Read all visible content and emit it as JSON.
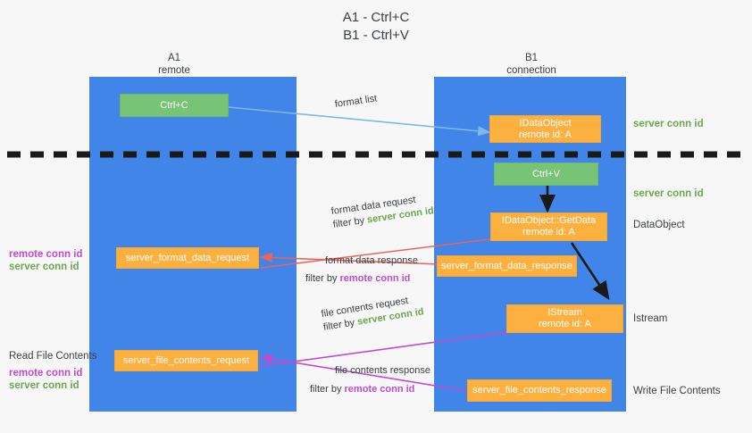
{
  "title": {
    "line1": "A1 - Ctrl+C",
    "line2": "B1 - Ctrl+V"
  },
  "columns": [
    {
      "name": "A1",
      "sub": "remote"
    },
    {
      "name": "B1",
      "sub": "connection"
    }
  ],
  "boxes": {
    "ctrl_c": "Ctrl+C",
    "ctrl_v": "Ctrl+V",
    "idataobject": {
      "line1": "IDataObject",
      "line2": "remote id: A"
    },
    "getdata": {
      "line1": "IDataObject::GetData",
      "line2": "remote id: A"
    },
    "istream": {
      "line1": "IStream",
      "line2": "remote id: A"
    },
    "server_format_data_request": "server_format_data_request",
    "server_format_data_response": "server_format_data_response",
    "server_file_contents_request": "server_file_contents_request",
    "server_file_contents_response": "server_file_contents_response"
  },
  "edge_labels": {
    "format_list": "format list",
    "format_data_request": "format data request",
    "format_data_response": "format data response",
    "file_contents_request": "file contents request",
    "file_contents_response": "file contents response",
    "filter_by": "filter by",
    "server_conn_id": "server conn id",
    "remote_conn_id": "remote conn id"
  },
  "right_labels": {
    "server_conn_id_top": "server conn id",
    "server_conn_id_mid": "server conn id",
    "dataobject": "DataObject",
    "istream": "Istream",
    "write_file_contents": "Write File Contents"
  },
  "left_labels": {
    "remote_conn_id_1": "remote conn id",
    "server_conn_id_1": "server conn id",
    "read_file_contents": "Read File Contents",
    "remote_conn_id_2": "remote conn id",
    "server_conn_id_2": "server conn id"
  },
  "colors": {
    "lane": "#4285e8",
    "orange": "#fbb040",
    "green_box": "#77c477",
    "green_text": "#6aa84f",
    "purple_text": "#c04ad0",
    "arrow_blue": "#7cb9e8",
    "arrow_red": "#e8645c",
    "arrow_purple": "#c04ad0",
    "arrow_dark": "#1a1a1a",
    "background": "#f7f7f7"
  }
}
